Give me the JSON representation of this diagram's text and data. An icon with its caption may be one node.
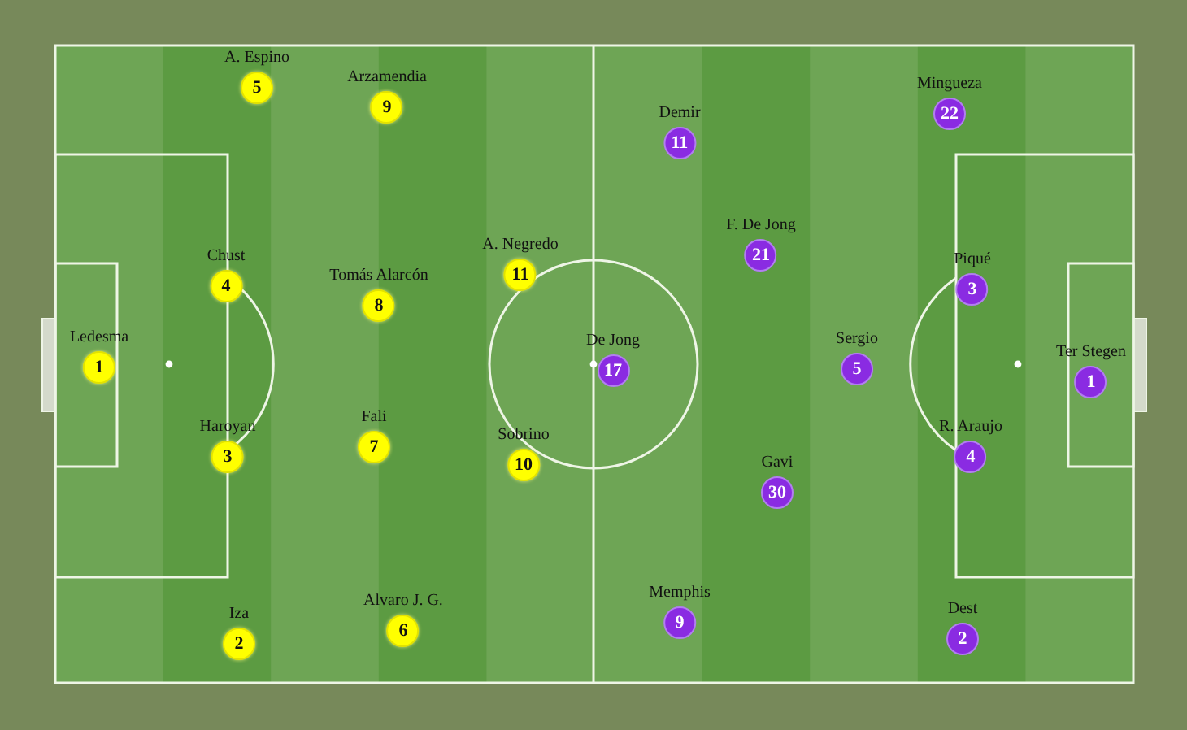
{
  "diagram": {
    "nodes": [
      {
        "text": [
          "A. Espino",
          "5"
        ]
      },
      {
        "text": [
          "Arzamendia",
          "9"
        ]
      },
      {
        "text": [
          "Mingueza",
          "22"
        ]
      },
      {
        "text": [
          "Demir",
          "11"
        ]
      },
      {
        "text": [
          "F. De Jong",
          "21"
        ]
      },
      {
        "text": [
          "A. Negredo",
          "11"
        ]
      },
      {
        "text": [
          "Chust",
          "4"
        ]
      },
      {
        "text": [
          "Piqué",
          "3"
        ]
      },
      {
        "text": [
          "Tomás Alarcón",
          "8"
        ]
      },
      {
        "text": [
          "Ledesma",
          "1"
        ]
      },
      {
        "text": [
          "De Jong",
          "17"
        ]
      },
      {
        "text": [
          "Sergio",
          "5"
        ]
      },
      {
        "text": [
          "Ter Stegen",
          "1"
        ]
      },
      {
        "text": [
          "Fali",
          "7"
        ]
      },
      {
        "text": [
          "Haroyan",
          "3"
        ]
      },
      {
        "text": [
          "R. Araujo",
          "4"
        ]
      },
      {
        "text": [
          "Sobrino",
          "10"
        ]
      },
      {
        "text": [
          "Gavi",
          "30"
        ]
      },
      {
        "text": [
          "Memphis",
          "9"
        ]
      },
      {
        "text": [
          "Alvaro J. G.",
          "6"
        ]
      },
      {
        "text": [
          "Dest",
          "2"
        ]
      },
      {
        "text": [
          "Iza",
          "2"
        ]
      }
    ]
  }
}
